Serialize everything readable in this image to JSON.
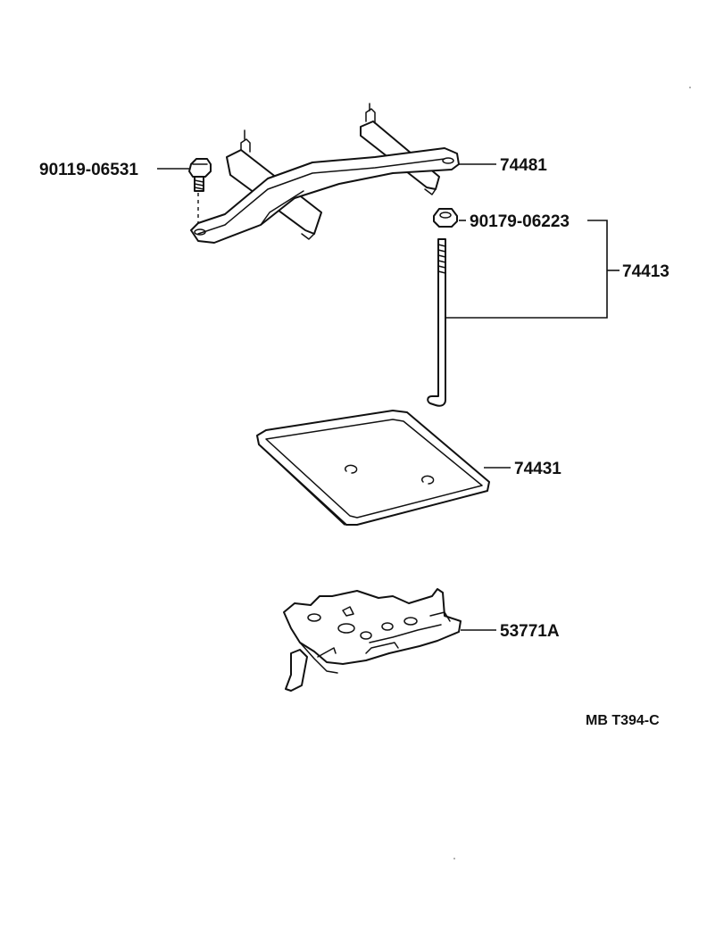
{
  "parts": {
    "bolt": {
      "number": "90119-06531"
    },
    "clamp": {
      "number": "74481"
    },
    "nut": {
      "number": "90179-06223"
    },
    "hold_down_rod": {
      "number": "74413"
    },
    "tray": {
      "number": "74431"
    },
    "bracket": {
      "number": "53771A"
    }
  },
  "drawing_code": "MB T394-C"
}
